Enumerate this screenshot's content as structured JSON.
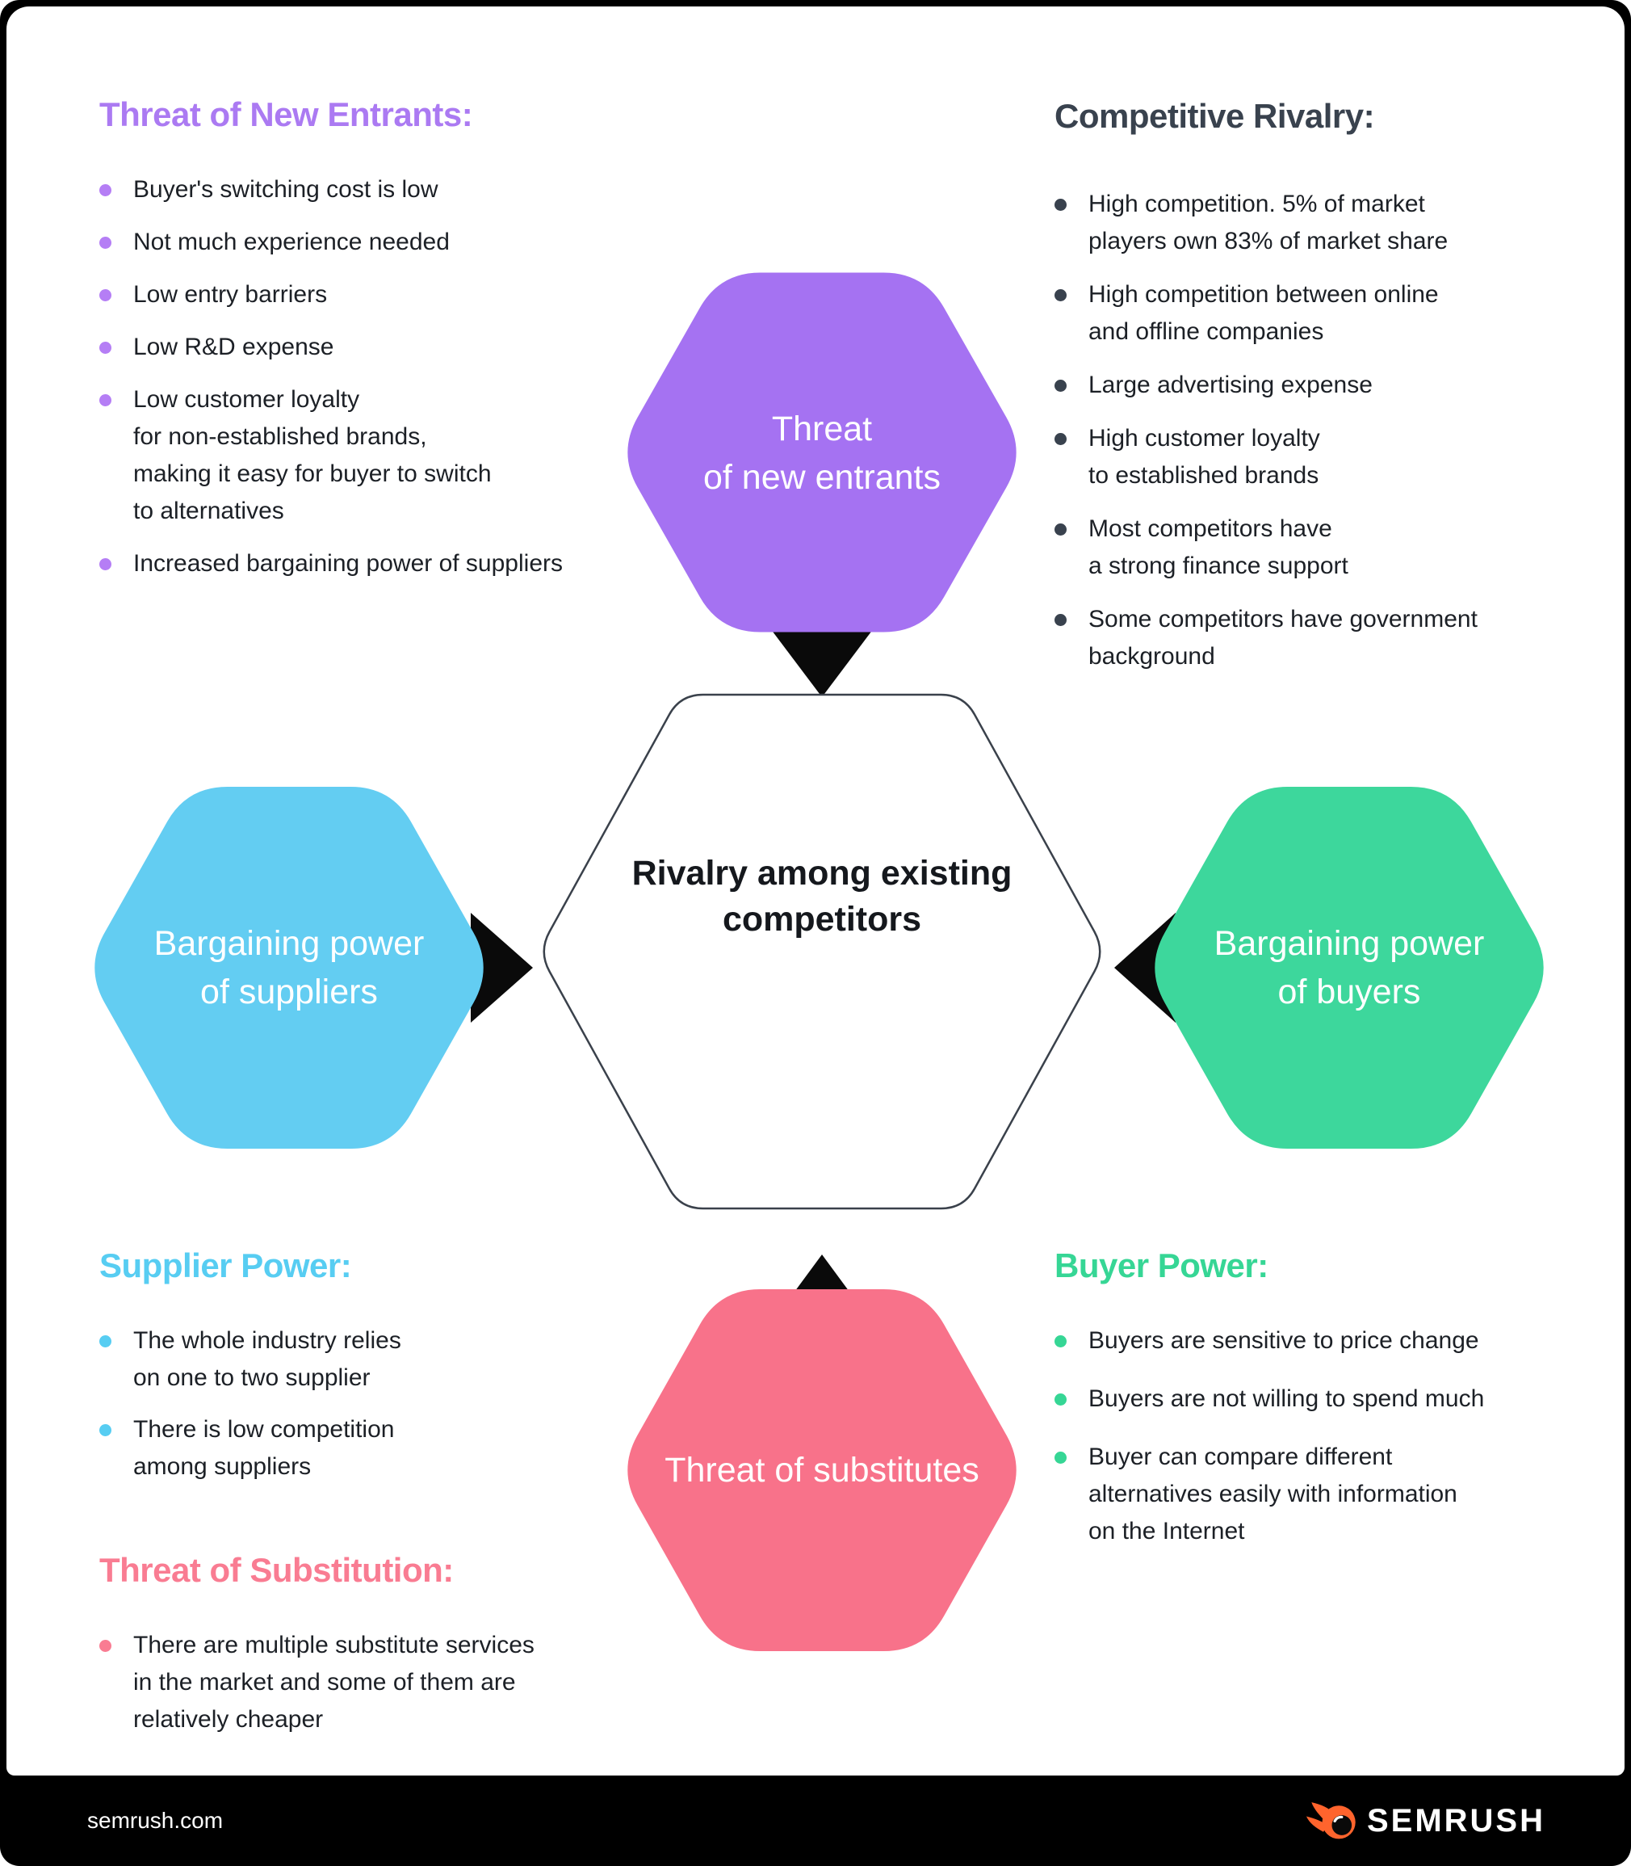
{
  "sections": {
    "new_entrants": {
      "heading": "Threat of New Entrants:",
      "items": [
        "Buyer's switching cost is low",
        "Not much experience needed",
        "Low entry barriers",
        "Low R&D expense",
        "Low customer loyalty\nfor non-established brands,\nmaking it easy for buyer to switch\nto alternatives",
        "Increased bargaining power of suppliers"
      ]
    },
    "competitive_rivalry": {
      "heading": "Competitive Rivalry:",
      "items": [
        "High competition. 5% of market\nplayers own 83% of market share",
        "High competition between online\nand offline companies",
        "Large advertising expense",
        "High customer loyalty\nto established brands",
        "Most competitors have\na strong finance support",
        "Some competitors have government\nbackground"
      ]
    },
    "supplier_power": {
      "heading": "Supplier Power:",
      "items": [
        "The whole industry relies\non one to two supplier",
        "There is low competition\namong suppliers"
      ]
    },
    "threat_substitution": {
      "heading": "Threat of Substitution:",
      "items": [
        "There are multiple substitute services\nin the market and some of them are\nrelatively cheaper"
      ]
    },
    "buyer_power": {
      "heading": "Buyer Power:",
      "items": [
        "Buyers are sensitive to price change",
        "Buyers are not willing to spend much",
        "Buyer can compare different\nalternatives easily with information\non the Internet"
      ]
    }
  },
  "hexagons": {
    "new_entrants": {
      "label": "Threat\nof new entrants"
    },
    "suppliers": {
      "label": "Bargaining power\nof suppliers"
    },
    "center": {
      "label": "Rivalry among existing\ncompetitors"
    },
    "buyers": {
      "label": "Bargaining power\nof buyers"
    },
    "substitutes": {
      "label": "Threat of substitutes"
    }
  },
  "footer": {
    "site": "semrush.com",
    "brand": "SEMRUSH"
  },
  "colors": {
    "hex_purple": "#a572f2",
    "hex_blue": "#63cdf2",
    "hex_green": "#3dd79c",
    "hex_pink": "#f8728a",
    "heading_purple": "#ab7af2",
    "heading_slate": "#39424e",
    "heading_cyan": "#57cdf2",
    "heading_pink": "#f97c92",
    "heading_green": "#36d695",
    "dot_purple": "#b57ef5",
    "triangle_black": "#0a0a0a",
    "white_hex_border": "#3a414b",
    "brand_orange": "#ff642d"
  }
}
